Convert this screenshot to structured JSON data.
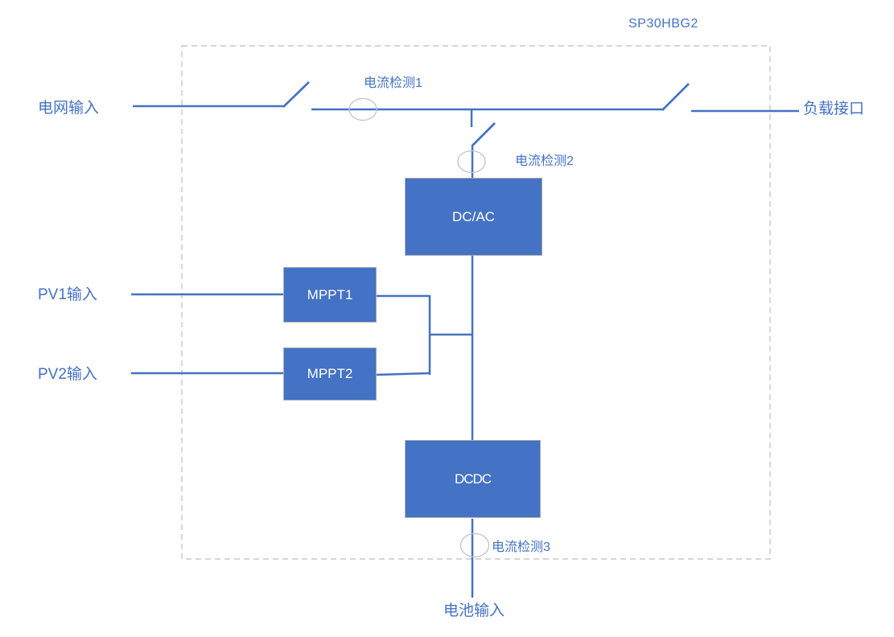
{
  "diagram": {
    "title": "SP30HBG2",
    "ports": {
      "grid_input": "电网输入",
      "load_interface": "负载接口",
      "pv1_input": "PV1输入",
      "pv2_input": "PV2输入",
      "battery_input": "电池输入"
    },
    "sensors": {
      "current_sense_1": "电流检测1",
      "current_sense_2": "电流检测2",
      "current_sense_3": "电流检测3"
    },
    "blocks": {
      "dc_ac": "DC/AC",
      "mppt1": "MPPT1",
      "mppt2": "MPPT2",
      "dcdc": "DCDC"
    },
    "colors": {
      "accent_blue": "#4472C4",
      "block_fill": "#4472C4",
      "block_text": "#FFFFFF",
      "block_border": "#AEAEAE",
      "dashed_border": "#C9C9C9",
      "sensor_circle": "#C3C3C3"
    }
  }
}
